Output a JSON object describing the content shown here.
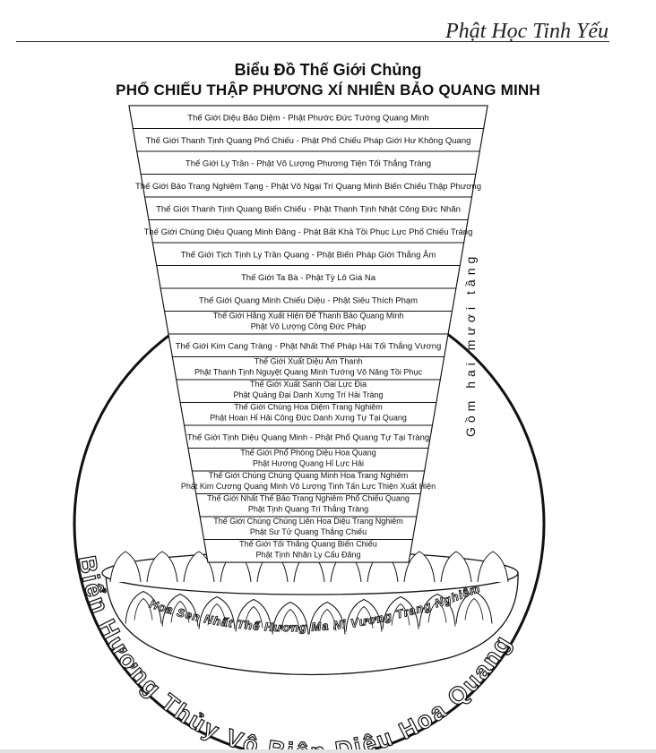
{
  "header": {
    "title": "Phật Học Tinh Yếu"
  },
  "diagram": {
    "title": "Biểu Đồ Thế Giới Chủng",
    "subtitle": "PHỔ CHIẾU THẬP PHƯƠNG XÍ NHIÊN BẢO QUANG MINH",
    "side_label": "Gồm hai mươi tầng",
    "lotus_label": "Hoa Sen Nhất Thế Hương Ma Ni Vương Trang Nghiêm",
    "ocean_label": "Biển Hương Thủy Vô Biên Diệu Hoa Quang",
    "tiers": [
      {
        "line1": "Thế Giới Diệu Bảo Diệm - Phật Phước Đức Tướng Quang Minh"
      },
      {
        "line1": "Thế Giới Thanh Tịnh Quang Phổ Chiếu - Phật Phổ Chiếu Pháp Giới Hư Không Quang"
      },
      {
        "line1": "Thế Giới Ly Trần - Phật Vô Lượng Phương Tiện Tối Thắng Tràng"
      },
      {
        "line1": "Thế Giới Bảo Trang Nghiêm Tạng - Phật Vô Ngại Trí Quang Minh Biến Chiếu Thập Phương"
      },
      {
        "line1": "Thế Giới Thanh Tịnh Quang Biến Chiếu - Phật Thanh Tịnh Nhật Công Đức Nhãn"
      },
      {
        "line1": "Thế Giới Chúng Diệu Quang Minh Đăng - Phật Bất Khả Tồi Phục Lực Phổ Chiếu Tràng"
      },
      {
        "line1": "Thế Giới Tịch Tịnh Ly Trần Quang - Phật Biến Pháp Giới Thắng Âm"
      },
      {
        "line1": "Thế Giới Ta Bà - Phật Tỳ Lô Giá Na"
      },
      {
        "line1": "Thế Giới Quang Minh Chiếu Diệu - Phật Siêu Thích Phạm"
      },
      {
        "line1": "Thế Giới Hằng Xuất Hiện Đế Thanh Bảo Quang Minh",
        "line2": "Phật Vô Lượng Công Đức Pháp"
      },
      {
        "line1": "Thế Giới Kim Cang Tràng - Phật Nhất Thế Pháp Hải Tối Thắng Vương"
      },
      {
        "line1": "Thế Giới Xuất Diệu Âm Thanh",
        "line2": "Phật Thanh Tịnh Nguyệt Quang Minh Tướng Vô Năng Tồi Phục"
      },
      {
        "line1": "Thế Giới Xuất Sanh Oai Lực Địa",
        "line2": "Phật Quảng Đại Danh Xưng Trí Hải Tràng"
      },
      {
        "line1": "Thế Giới Chúng Hoa Diệm Trang Nghiêm",
        "line2": "Phật Hoan Hỉ Hải Công Đức Danh Xưng Tự Tại Quang"
      },
      {
        "line1": "Thế Giới Tịnh Diệu Quang Minh - Phật Phổ Quang Tự Tại Tràng"
      },
      {
        "line1": "Thế Giới Phổ Phóng Diệu Hoa Quang",
        "line2": "Phật Hương Quang Hỉ Lực Hải"
      },
      {
        "line1": "Thế Giới Chúng Chúng Quang Minh Hoa Trang Nghiêm",
        "line2": "Phật Kim Cương Quang Minh Vô Lượng Tinh Tấn Lực Thiện Xuất Hiện"
      },
      {
        "line1": "Thế Giới Nhất Thế Bảo Trang Nghiêm Phổ Chiếu Quang",
        "line2": "Phật Tịnh Quang Trí Thắng Tràng"
      },
      {
        "line1": "Thế Giới Chúng Chúng Liên Hoa Diệu Trang Nghiêm",
        "line2": "Phật Sư Tử Quang Thắng Chiếu"
      },
      {
        "line1": "Thế Giới Tối Thắng Quang Biến Chiếu",
        "line2": "Phật Tịnh Nhãn Ly Cấu Đăng"
      }
    ]
  }
}
